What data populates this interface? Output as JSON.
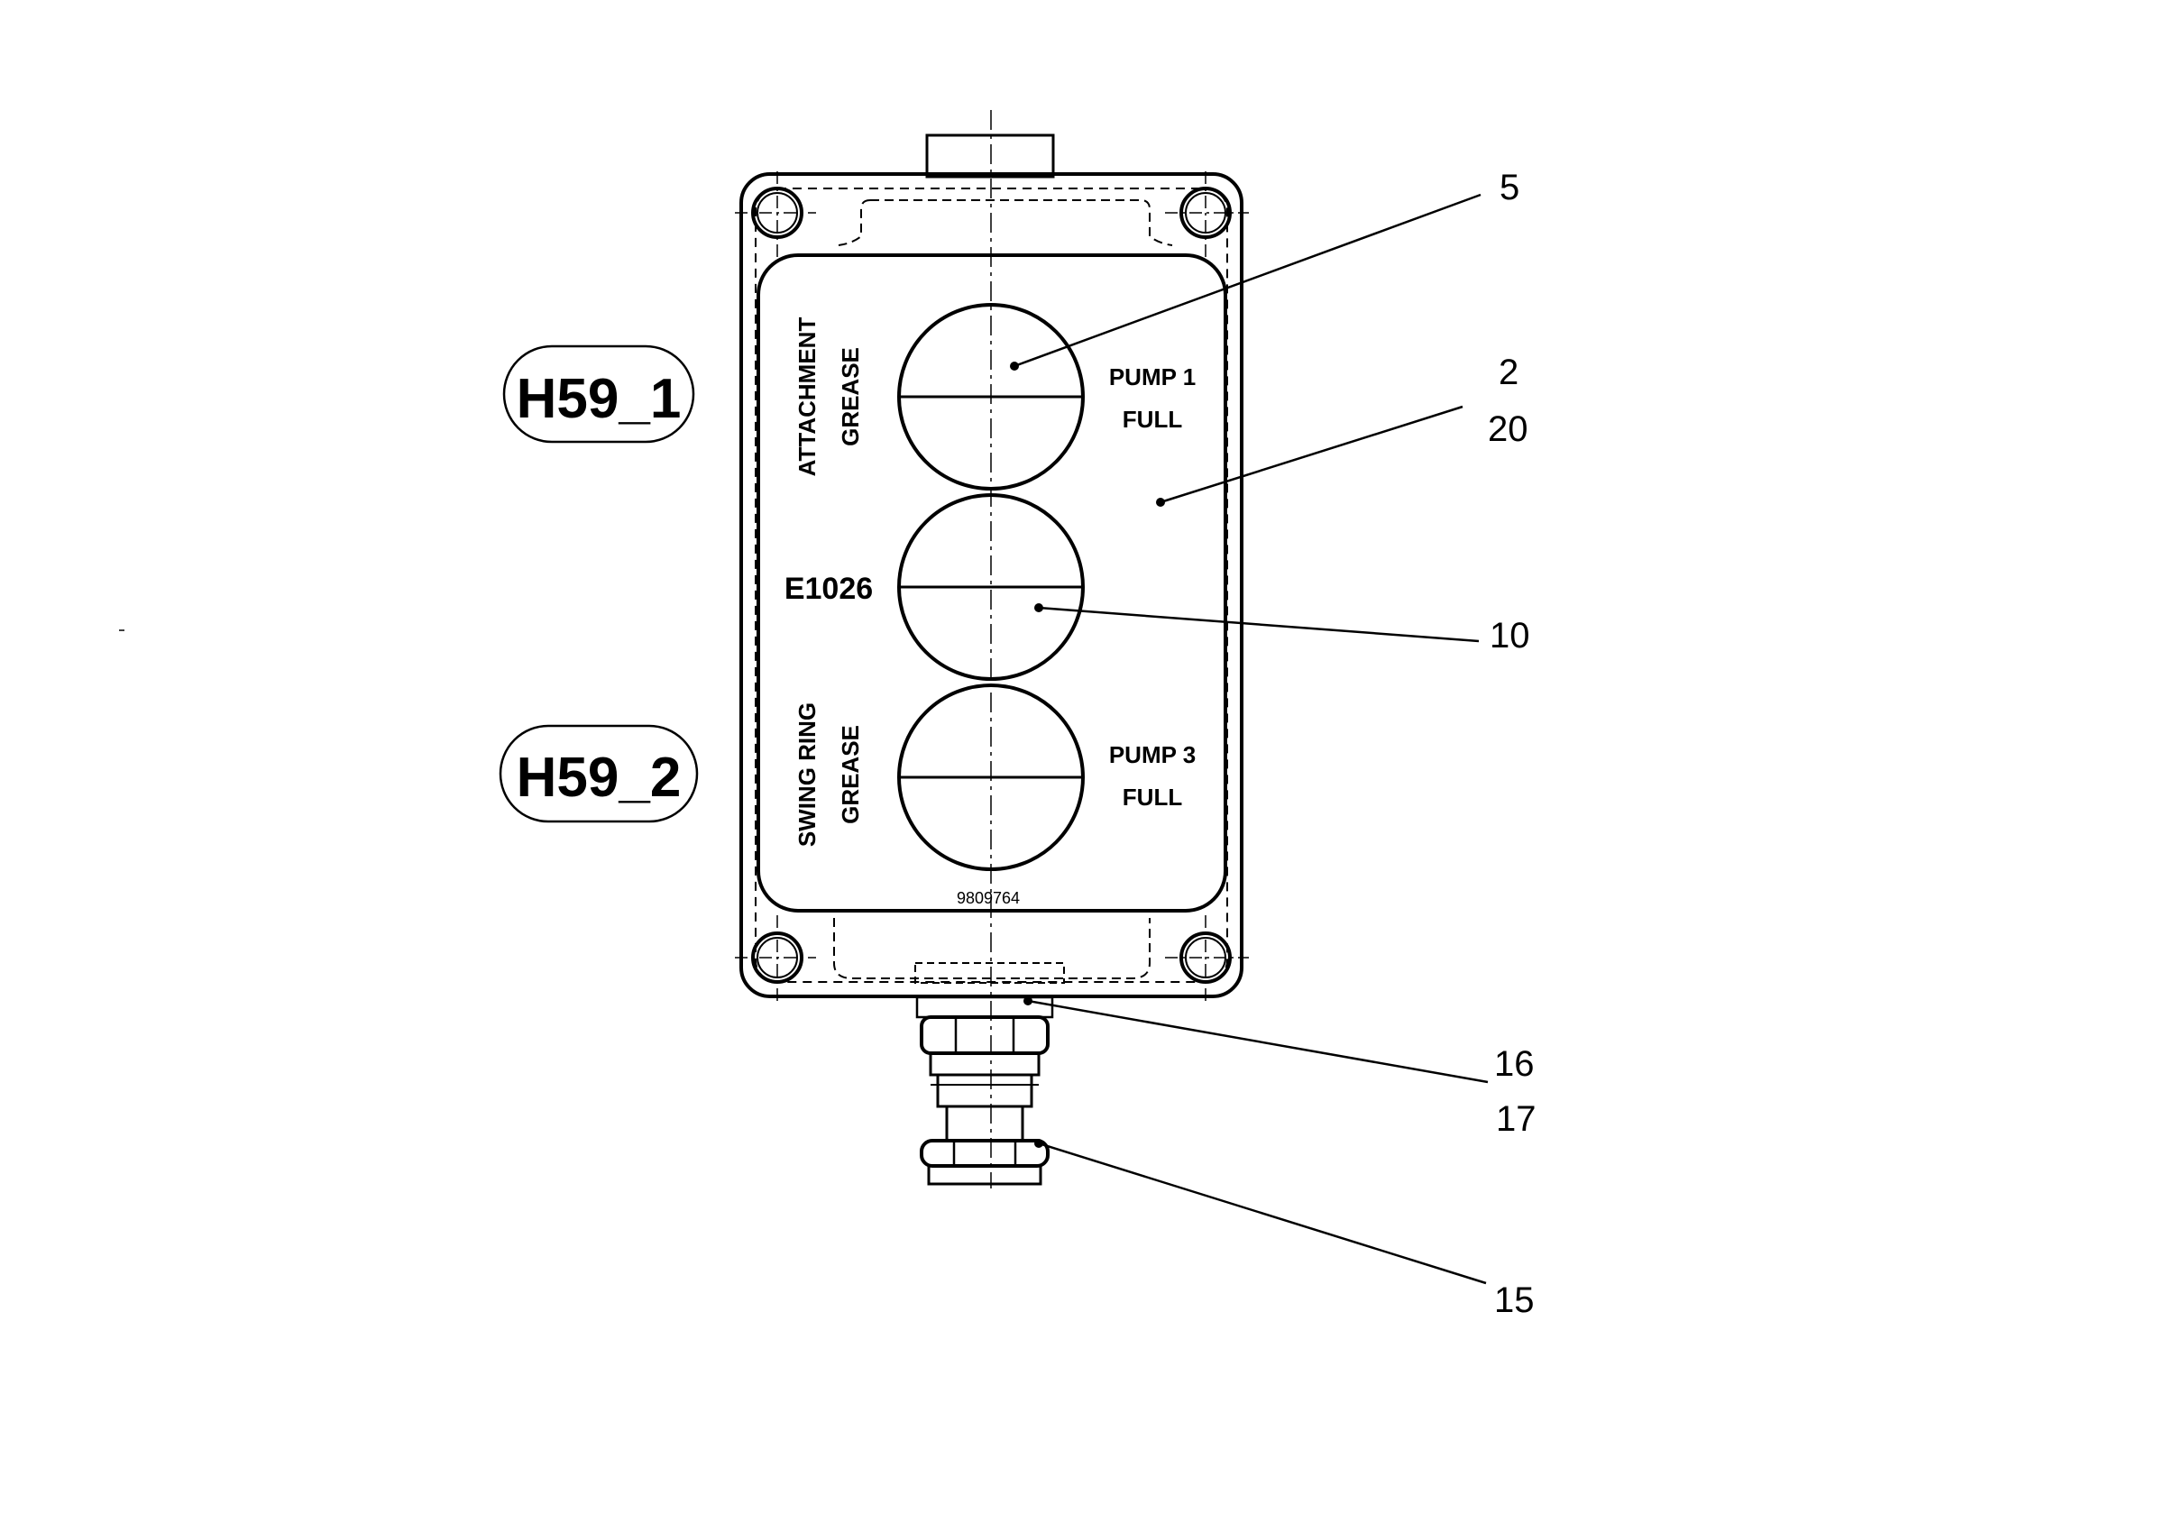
{
  "diagram": {
    "tags": {
      "upper": "H59_1",
      "lower": "H59_2"
    },
    "plate": {
      "left_upper_line1": "ATTACHMENT",
      "left_upper_line2": "GREASE",
      "left_lower_line1": "SWING RING",
      "left_lower_line2": "GREASE",
      "center_code": "E1026",
      "right_upper_line1": "PUMP  1",
      "right_upper_line2": "FULL",
      "right_lower_line1": "PUMP  3",
      "right_lower_line2": "FULL",
      "part_number": "9809764"
    },
    "callouts": {
      "c5": "5",
      "c2": "2",
      "c20": "20",
      "c10": "10",
      "c16": "16",
      "c17": "17",
      "c15": "15"
    }
  }
}
